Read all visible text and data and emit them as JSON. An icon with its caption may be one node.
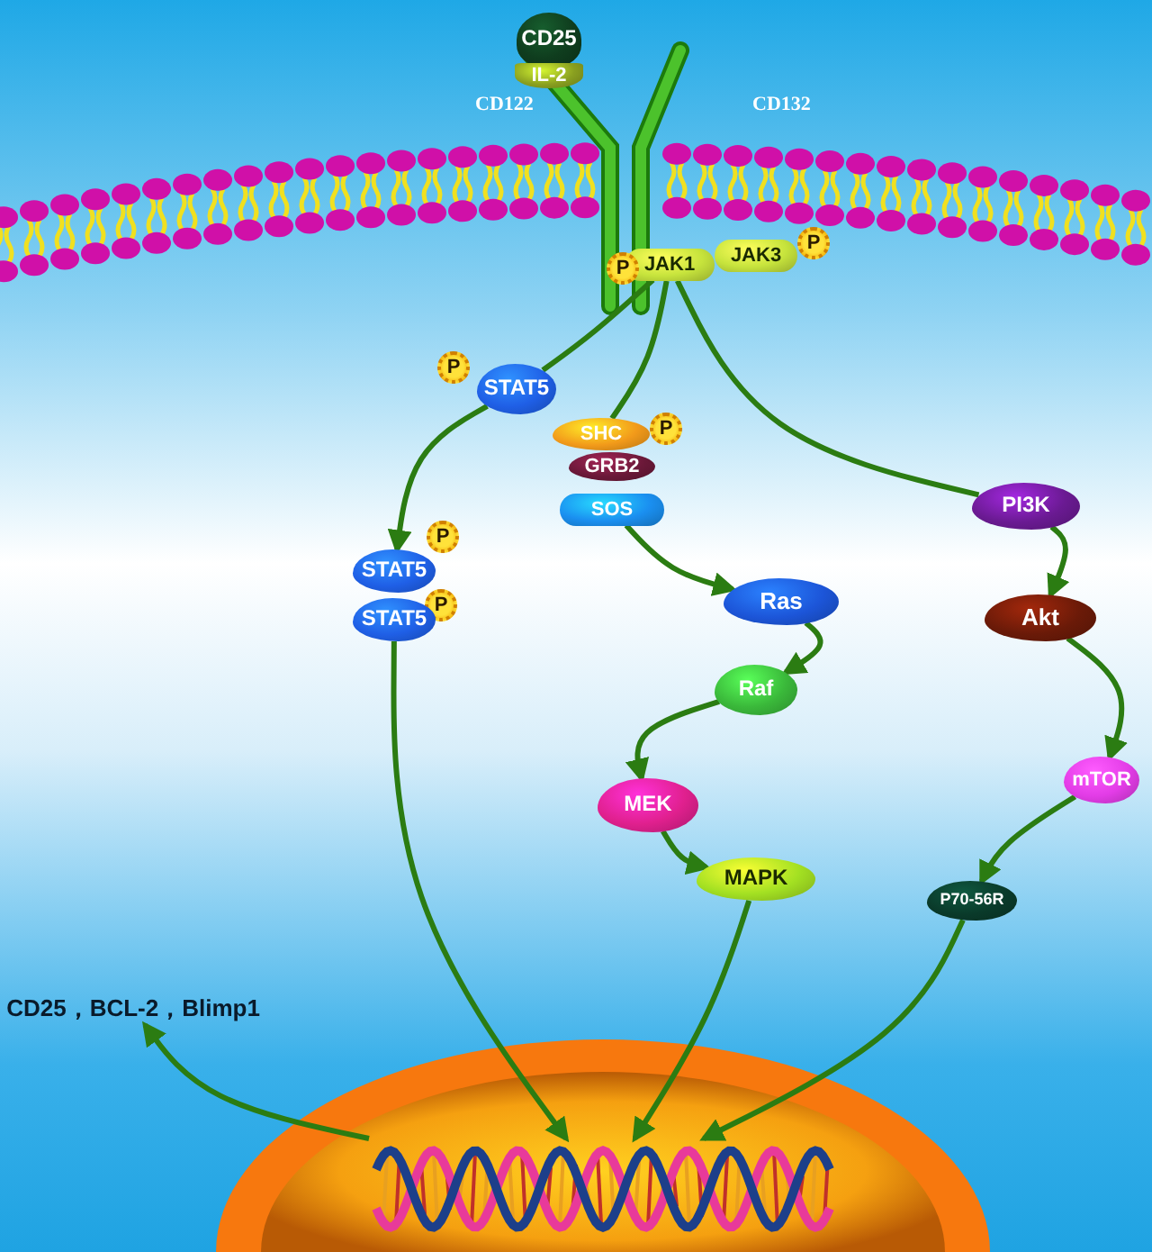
{
  "diagram": {
    "nodes": [
      {
        "text": [
          "CD25"
        ]
      },
      {
        "text": [
          "IL-2"
        ]
      },
      {
        "text": [
          "JAK1"
        ]
      },
      {
        "text": [
          "P"
        ]
      },
      {
        "text": [
          "JAK3"
        ]
      },
      {
        "text": [
          "P"
        ]
      },
      {
        "text": [
          "P"
        ]
      },
      {
        "text": [
          "STAT5"
        ]
      },
      {
        "text": [
          "SHC"
        ]
      },
      {
        "text": [
          "P"
        ]
      },
      {
        "text": [
          "GRB2"
        ]
      },
      {
        "text": [
          "SOS"
        ]
      },
      {
        "text": [
          "PI3K"
        ]
      },
      {
        "text": [
          "P"
        ]
      },
      {
        "text": [
          "STAT5"
        ]
      },
      {
        "text": [
          "P"
        ]
      },
      {
        "text": [
          "STAT5"
        ]
      },
      {
        "text": [
          "Ras"
        ]
      },
      {
        "text": [
          "Akt"
        ]
      },
      {
        "text": [
          "Raf"
        ]
      },
      {
        "text": [
          "mTOR"
        ]
      },
      {
        "text": [
          "MEK"
        ]
      },
      {
        "text": [
          "MAPK"
        ]
      },
      {
        "text": [
          "P70-56R"
        ]
      },
      {
        "text": [],
        "shape": "picture"
      },
      {
        "text": [
          "CD25，BCL-2，Blimp1"
        ]
      }
    ],
    "edges": [
      {
        "from": 2,
        "to": 7,
        "arrow": "none"
      },
      {
        "from": 2,
        "to": 8,
        "arrow": "none"
      },
      {
        "from": 2,
        "to": 12,
        "arrow": "none"
      },
      {
        "from": 7,
        "to": 14,
        "arrow": "to"
      },
      {
        "from": 11,
        "to": 17,
        "arrow": "to"
      },
      {
        "from": 17,
        "to": 19,
        "arrow": "to"
      },
      {
        "from": 19,
        "to": 21,
        "arrow": "to"
      },
      {
        "from": 21,
        "to": 22,
        "arrow": "to"
      },
      {
        "from": 12,
        "to": 18,
        "arrow": "to"
      },
      {
        "from": 18,
        "to": 20,
        "arrow": "to"
      },
      {
        "from": 20,
        "to": 23,
        "arrow": "to"
      },
      {
        "from": 16,
        "to": 24,
        "arrow": "to"
      },
      {
        "from": 22,
        "to": 24,
        "arrow": "to"
      },
      {
        "from": 23,
        "to": 24,
        "arrow": "to"
      },
      {
        "from": 24,
        "to": 25,
        "arrow": "to"
      }
    ],
    "labels": [
      "CD122",
      "CD132"
    ]
  }
}
